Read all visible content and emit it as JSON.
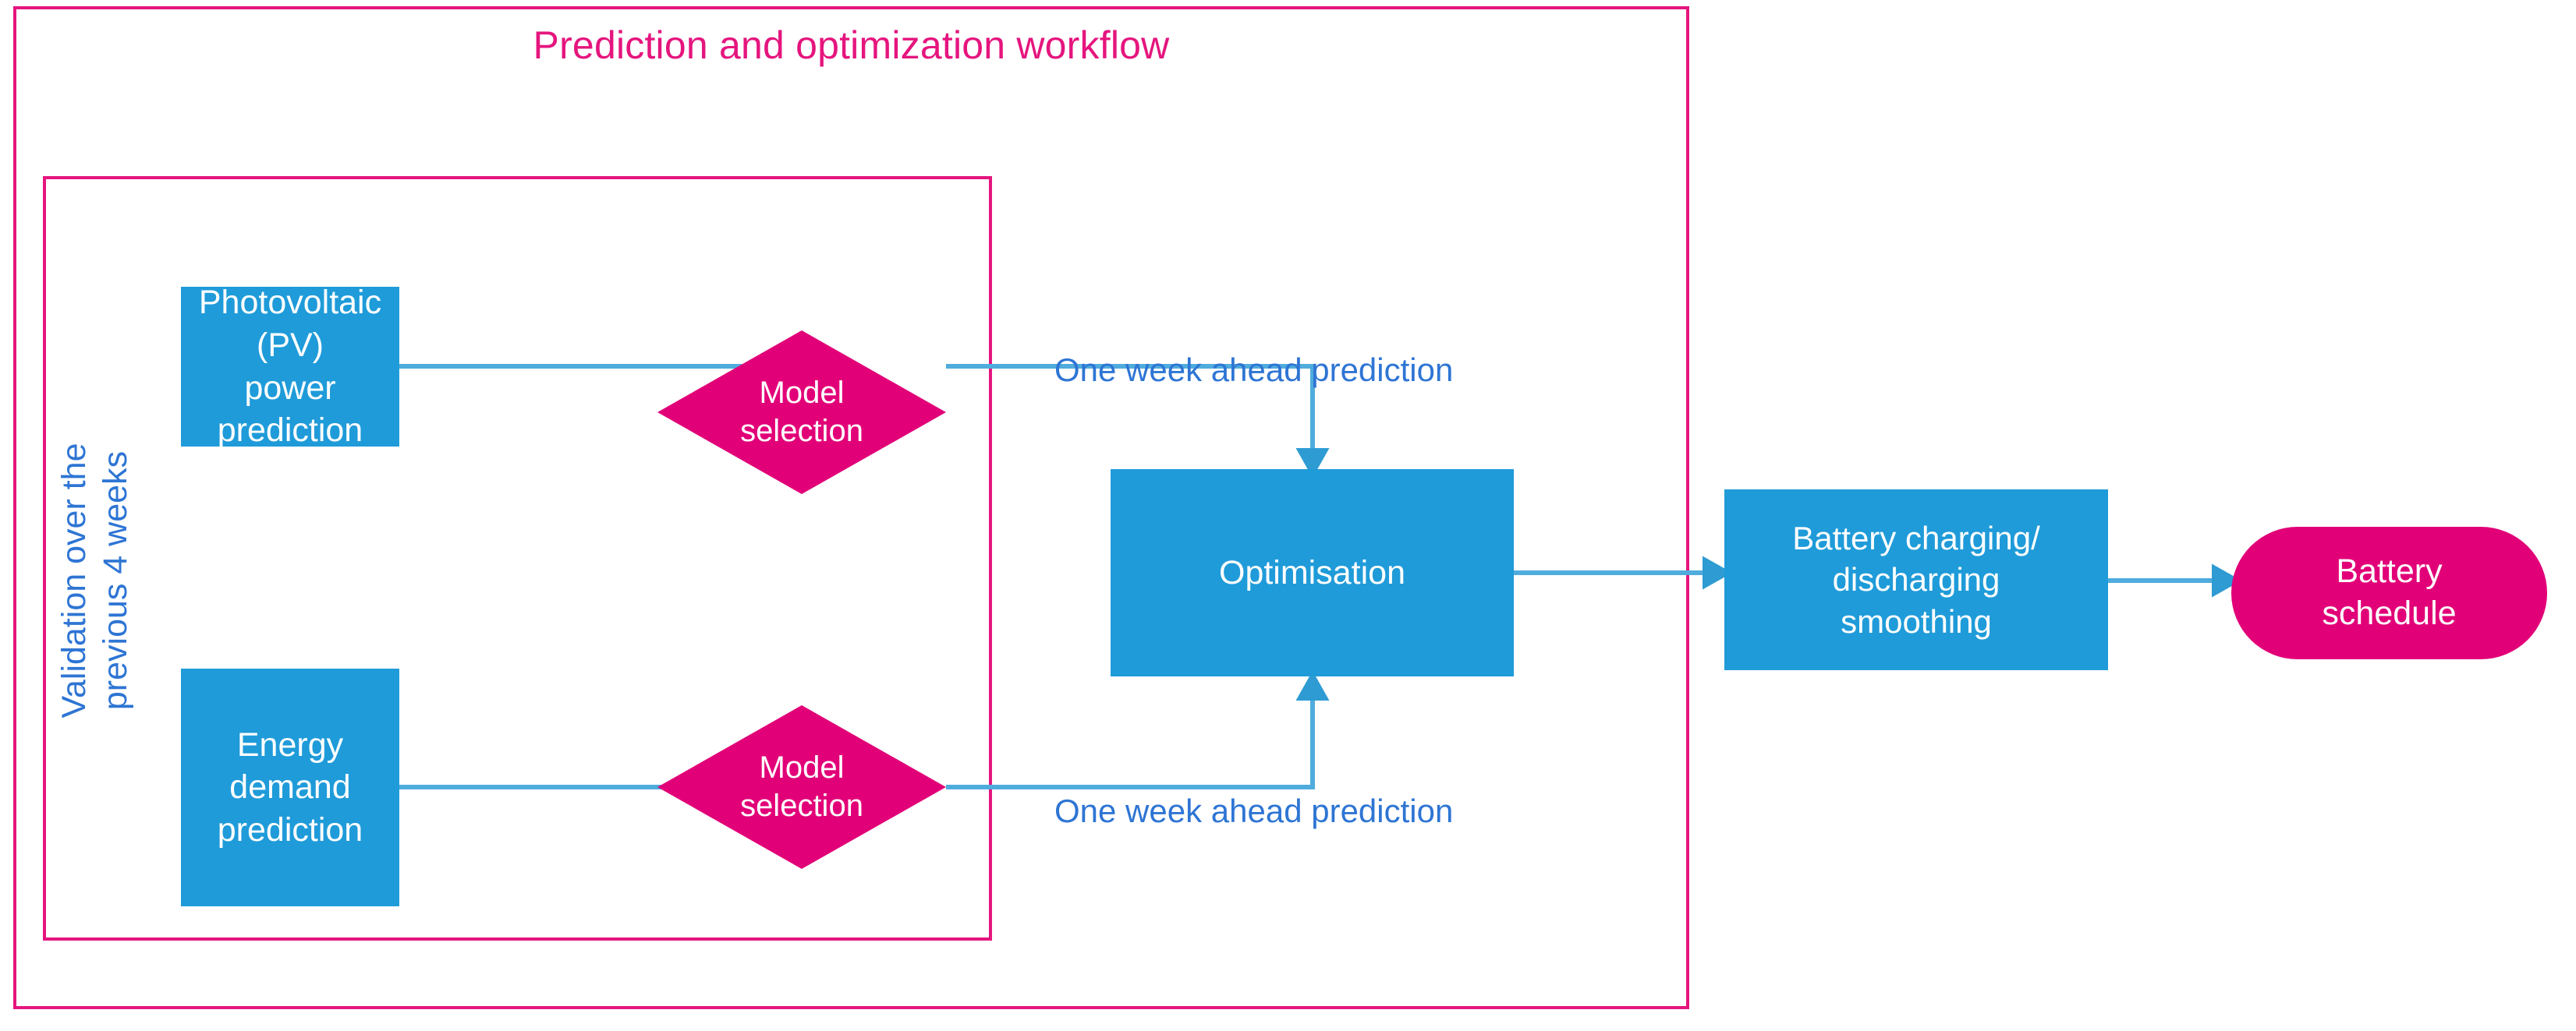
{
  "diagram": {
    "title": "Prediction and optimization workflow",
    "type": "flowchart",
    "colors": {
      "accent_blue": "#1F9BD9",
      "accent_magenta": "#E20078",
      "frame_pink": "#E5157E",
      "label_blue": "#2E75D4",
      "connector_blue": "#4FACDD",
      "background": "#FFFFFF"
    },
    "outer_group": {
      "label": "Prediction and optimization workflow"
    },
    "inner_group": {
      "rotated_label_line1": "Validation over the",
      "rotated_label_line2": "previous 4 weeks"
    },
    "nodes": [
      {
        "id": "pv-power-prediction",
        "shape": "rectangle",
        "color": "#1F9BD9",
        "line1": "Photovoltaic (PV)",
        "line2": "power prediction"
      },
      {
        "id": "model-selection-pv",
        "shape": "diamond",
        "color": "#E20078",
        "line1": "Model",
        "line2": "selection"
      },
      {
        "id": "energy-demand-prediction",
        "shape": "rectangle",
        "color": "#1F9BD9",
        "line1": "Energy demand",
        "line2": "prediction"
      },
      {
        "id": "model-selection-demand",
        "shape": "diamond",
        "color": "#E20078",
        "line1": "Model",
        "line2": "selection"
      },
      {
        "id": "optimisation",
        "shape": "rectangle",
        "color": "#1F9BD9",
        "line1": "Optimisation"
      },
      {
        "id": "battery-smoothing",
        "shape": "rectangle",
        "color": "#1F9BD9",
        "line1": "Battery charging/",
        "line2": "discharging",
        "line3": "smoothing"
      },
      {
        "id": "battery-schedule",
        "shape": "rounded-terminator",
        "color": "#E20078",
        "line1": "Battery",
        "line2": "schedule"
      }
    ],
    "edge_labels": {
      "top": "One week ahead prediction",
      "bottom": "One week ahead prediction"
    }
  }
}
